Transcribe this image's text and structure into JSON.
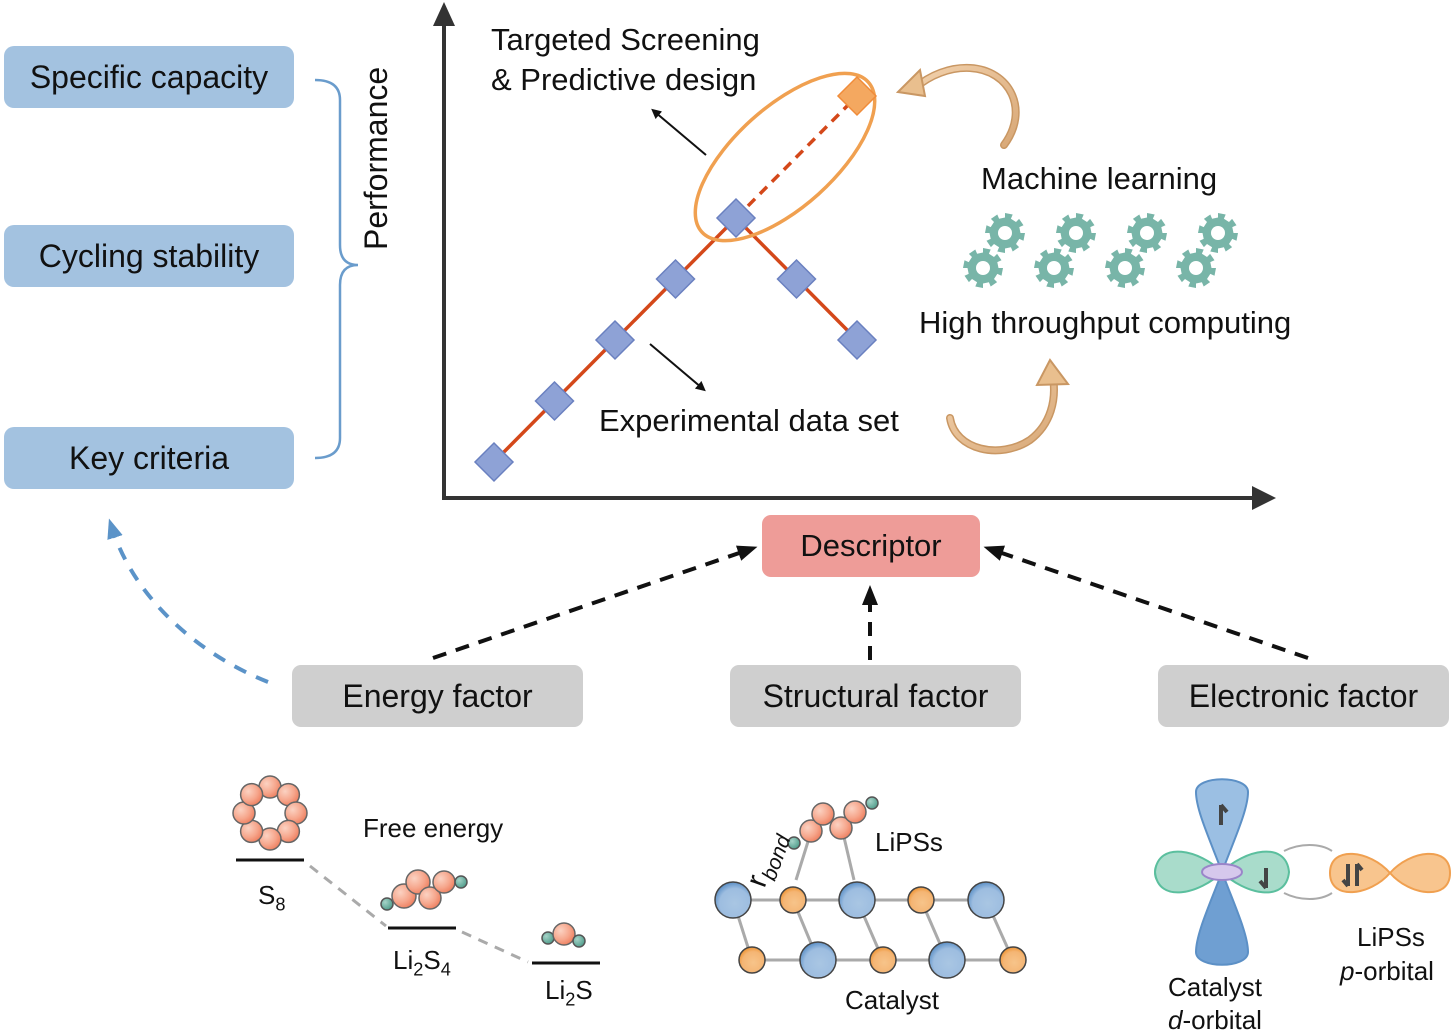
{
  "criteria": {
    "items": [
      {
        "label": "Specific capacity"
      },
      {
        "label": "Cycling stability"
      },
      {
        "label": "Key criteria"
      }
    ]
  },
  "plot": {
    "y_axis_label": "Performance",
    "screening_label_line1": "Targeted Screening",
    "screening_label_line2": "& Predictive design",
    "experimental_label": "Experimental data set",
    "data_points": [
      {
        "x": 1,
        "y": 1,
        "kind": "experimental"
      },
      {
        "x": 2,
        "y": 2,
        "kind": "experimental"
      },
      {
        "x": 3,
        "y": 3,
        "kind": "experimental"
      },
      {
        "x": 4,
        "y": 4,
        "kind": "experimental"
      },
      {
        "x": 5,
        "y": 5,
        "kind": "experimental"
      },
      {
        "x": 6,
        "y": 4,
        "kind": "experimental"
      },
      {
        "x": 7,
        "y": 3,
        "kind": "experimental"
      },
      {
        "x": 7,
        "y": 7,
        "kind": "predicted"
      }
    ]
  },
  "methods": {
    "machine_learning": "Machine learning",
    "high_throughput": "High throughput computing",
    "gear_count": 8
  },
  "descriptor": {
    "label": "Descriptor"
  },
  "factors": [
    {
      "label": "Energy factor"
    },
    {
      "label": "Structural factor"
    },
    {
      "label": "Electronic factor"
    }
  ],
  "energy_panel": {
    "title": "Free energy",
    "species": [
      {
        "base": "S",
        "sub1": "8",
        "mid": "",
        "sub2": ""
      },
      {
        "base": "Li",
        "sub1": "2",
        "mid": "S",
        "sub2": "4"
      },
      {
        "base": "Li",
        "sub1": "2",
        "mid": "S",
        "sub2": ""
      }
    ]
  },
  "structural_panel": {
    "bond_label": "r",
    "bond_sub": "bond",
    "adsorbate_label": "LiPSs",
    "substrate_label": "Catalyst"
  },
  "electronic_panel": {
    "catalyst_line1": "Catalyst",
    "catalyst_line2_italic": "d",
    "catalyst_line2_rest": "-orbital",
    "lipss_line1": "LiPSs",
    "lipss_line2_italic": "p",
    "lipss_line2_rest": "-orbital"
  },
  "colors": {
    "criteria_box": "#a3c2e0",
    "descriptor_box": "#ee9c98",
    "factor_box": "#cfcfcf",
    "trend_line": "#d4481a",
    "data_marker": "#8ea2d6",
    "predicted_marker": "#f4a860",
    "ellipse": "#f0a050",
    "gear": "#78b5a8",
    "cycle_arrow": "#e9bf8e",
    "blue_dashed_arrow": "#5b93c8"
  }
}
